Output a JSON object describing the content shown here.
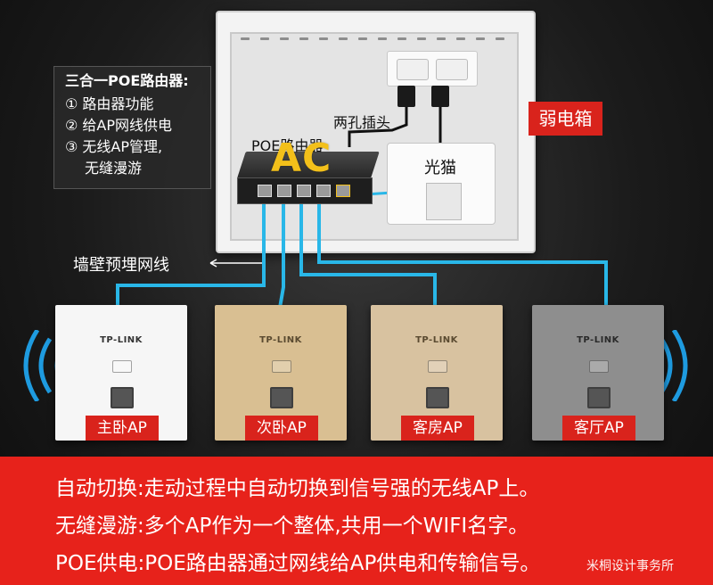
{
  "box": {
    "label": "弱电箱"
  },
  "info": {
    "title": "三合一POE路由器:",
    "items": [
      "① 路由器功能",
      "② 给AP网线供电",
      "③ 无线AP管理,",
      "无缝漫游"
    ]
  },
  "labels": {
    "plug": "两孔插头",
    "router": "POE路由器",
    "modem": "光猫",
    "ac": "AC",
    "wall_cable": "墙壁预埋网线"
  },
  "panels": [
    {
      "brand": "TP-LINK",
      "label": "主卧AP",
      "color": "#f6f6f6"
    },
    {
      "brand": "TP-LINK",
      "label": "次卧AP",
      "color": "#d9bf92"
    },
    {
      "brand": "TP-LINK",
      "label": "客房AP",
      "color": "#d8c2a0"
    },
    {
      "brand": "TP-LINK",
      "label": "客厅AP",
      "color": "#8e8e8e"
    }
  ],
  "banner": {
    "line1": "自动切换:走动过程中自动切换到信号强的无线AP上。",
    "line2": "无缝漫游:多个AP作为一个整体,共用一个WIFI名字。",
    "line3": "POE供电:POE路由器通过网线给AP供电和传输信号。"
  },
  "watermark": "米桐设计事务所",
  "colors": {
    "accent_red": "#e7221b",
    "cable_blue": "#29b7e8",
    "ac_yellow": "#f3c01a"
  }
}
